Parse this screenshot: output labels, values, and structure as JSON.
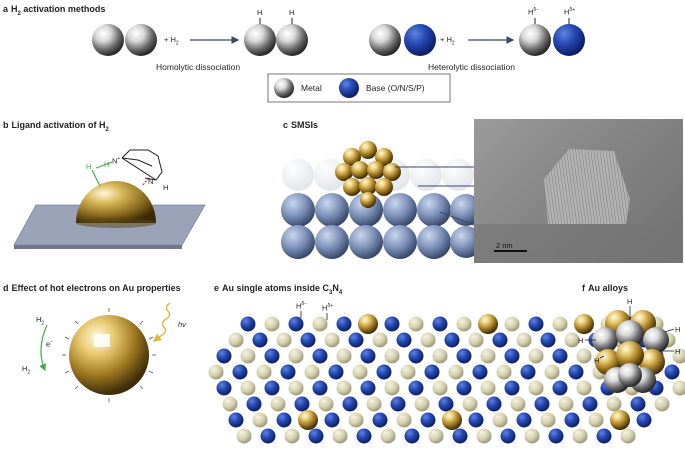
{
  "panel_a": {
    "letter": "a",
    "title_pre": "H",
    "title_sub": "2",
    "title_post": " activation methods",
    "plus_h2_left": "+ H",
    "plus_h2_left_sub": "2",
    "plus_h2_right": "+ H",
    "plus_h2_right_sub": "2",
    "h_label_1": "H",
    "h_label_2": "H",
    "h_minus_label": "H",
    "h_minus_sup": "δ−",
    "h_plus_label": "H",
    "h_plus_sup": "δ+",
    "homolytic_caption": "Homolytic dissociation",
    "heterolytic_caption": "Heterolytic dissociation",
    "legend_metal": "Metal",
    "legend_base": "Base (O/N/S/P)"
  },
  "panel_b": {
    "letter": "b",
    "title_pre": "Ligand activation of  H",
    "title_sub": "2",
    "h_left": "H",
    "n_top": "N",
    "n_top_sup": "+",
    "n_top_h": "H",
    "n_bottom": "N",
    "h_right": "H"
  },
  "panel_c": {
    "letter": "c",
    "title": "SMSIs",
    "scale_bar": "2 nm"
  },
  "panel_d": {
    "letter": "d",
    "title": "Effect of hot electrons on Au properties",
    "h2_top": "H",
    "h2_top_sub": "2",
    "electron": "e",
    "electron_sup": "−",
    "h2_bottom": "H",
    "h2_bottom_sub": "2",
    "hv": "hv"
  },
  "panel_e": {
    "letter": "e",
    "title_pre": "Au single atoms inside C",
    "title_sub1": "3",
    "title_mid": "N",
    "title_sub2": "4",
    "h_minus": "H",
    "h_minus_sup": "δ−",
    "h_plus": "H",
    "h_plus_sup": "δ+"
  },
  "panel_f": {
    "letter": "f",
    "title": "Au alloys",
    "h_labels": [
      "H",
      "H",
      "H",
      "H",
      "H"
    ]
  },
  "colors": {
    "metal_silver": "#c8c8c8",
    "base_blue": "#1f3f9f",
    "gold": "#c9a43a",
    "carbon_beige": "#d8d4b6",
    "support_grey": "#8e98ad",
    "arrow": "#3a4a66",
    "green_bond": "#3fae49",
    "red_bond": "#d03a2a",
    "hv_wave": "#e3b53a"
  }
}
